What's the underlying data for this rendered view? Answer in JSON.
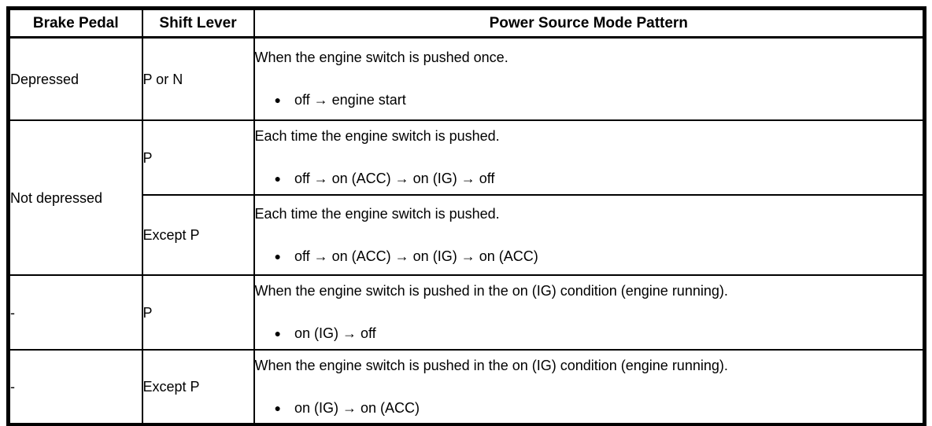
{
  "glyphs": {
    "bullet": "●"
  },
  "table": {
    "headers": {
      "brake_pedal": "Brake Pedal",
      "shift_lever": "Shift Lever",
      "pattern": "Power Source Mode Pattern"
    },
    "rows": [
      {
        "brake_pedal": "Depressed",
        "shift_lever": "P or N",
        "description": "When the engine switch is pushed once.",
        "sequence": "off → engine start"
      },
      {
        "brake_pedal": "Not depressed",
        "shift_lever": "P",
        "description": "Each time the engine switch is pushed.",
        "sequence": "off → on (ACC) → on (IG) → off"
      },
      {
        "shift_lever": "Except P",
        "description": "Each time the engine switch is pushed.",
        "sequence": "off → on (ACC) → on (IG) → on (ACC)"
      },
      {
        "brake_pedal": "-",
        "shift_lever": "P",
        "description": "When the engine switch is pushed in the on (IG) condition (engine running).",
        "sequence": "on (IG) → off"
      },
      {
        "brake_pedal": "-",
        "shift_lever": "Except P",
        "description": "When the engine switch is pushed in the on (IG) condition (engine running).",
        "sequence": "on (IG) → on (ACC)"
      }
    ]
  }
}
